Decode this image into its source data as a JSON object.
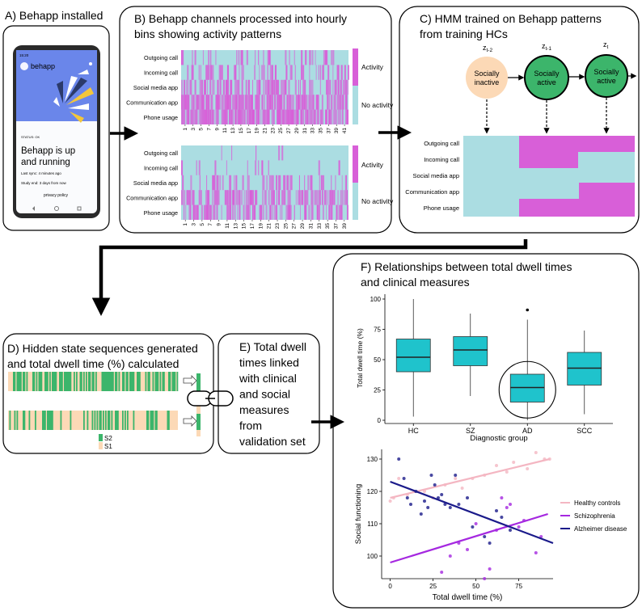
{
  "panelA": {
    "title": "A) Behapp installed",
    "phone": {
      "time": "15:20",
      "app_name": "behapp",
      "status_label": "STATUS: OK",
      "headline_1": "Behapp is up",
      "headline_2": "and running",
      "last_sync": "Last sync: 4 minutes ago",
      "study_end": "Study end: 3 days from now",
      "privacy": "privacy policy"
    }
  },
  "panelB": {
    "title_1": "B) Behapp channels processed into hourly",
    "title_2": "bins showing activity patterns",
    "channels": [
      "Outgoing call",
      "Incoming call",
      "Social media app",
      "Communication app",
      "Phone usage"
    ],
    "legend_activity": "Activity",
    "legend_no_activity": "No activity",
    "ticks_top": [
      "1",
      "3",
      "5",
      "7",
      "9",
      "11",
      "13",
      "15",
      "17",
      "19",
      "21",
      "23",
      "25",
      "27",
      "29",
      "31",
      "33",
      "35",
      "37",
      "39",
      "41"
    ],
    "ticks_bottom": [
      "1",
      "3",
      "5",
      "7",
      "9",
      "11",
      "13",
      "15",
      "17",
      "19",
      "21",
      "23",
      "25",
      "27",
      "29",
      "31",
      "33",
      "35",
      "37",
      "39"
    ]
  },
  "panelC": {
    "title_1": "C) HMM trained on Behapp patterns",
    "title_2": "from training HCs",
    "states": [
      {
        "z": "z",
        "sub": "t-2",
        "label_1": "Socially",
        "label_2": "inactive",
        "color": "#fcd9b6"
      },
      {
        "z": "z",
        "sub": "t-1",
        "label_1": "Socially",
        "label_2": "active",
        "color": "#3cb56b"
      },
      {
        "z": "z",
        "sub": "t",
        "label_1": "Socially",
        "label_2": "active",
        "color": "#3cb56b"
      }
    ],
    "channels": [
      "Outgoing call",
      "Incoming call",
      "Social media app",
      "Communication app",
      "Phone usage"
    ]
  },
  "panelD": {
    "title_1": "D) Hidden state sequences generated",
    "title_2": "and total dwell time (%) calculated",
    "legend_s2": "S2",
    "legend_s1": "S1"
  },
  "panelE": {
    "lines": [
      "E) Total dwell",
      "times linked",
      "with clinical",
      "and social",
      "measures",
      "from",
      "validation set"
    ]
  },
  "panelF": {
    "title_1": "F) Relationships between total dwell times",
    "title_2": "and clinical measures"
  },
  "colors": {
    "activity": "#d85fd8",
    "no_activity": "#abdde2",
    "box_fill": "#1fc3cc",
    "hc_line": "#f4b6c2",
    "sz_line": "#a528e0",
    "ad_line": "#1a1a8a",
    "state_green": "#3cb56b",
    "state_peach": "#fcd9b6",
    "seq_green": "#3cb56b",
    "seq_peach": "#fcd9b6"
  },
  "chart_data": [
    {
      "type": "box",
      "ylabel": "Total dwell time (%)",
      "xlabel": "Diagnostic group",
      "categories": [
        "HC",
        "SZ",
        "AD",
        "SCC"
      ],
      "yticks": [
        "0",
        "25",
        "50",
        "75",
        "100"
      ],
      "ylim": [
        0,
        100
      ],
      "boxes": [
        {
          "name": "HC",
          "min": 3,
          "q1": 40,
          "median": 52,
          "q3": 67,
          "max": 100
        },
        {
          "name": "SZ",
          "min": 20,
          "q1": 45,
          "median": 58,
          "q3": 69,
          "max": 88
        },
        {
          "name": "AD",
          "min": 0,
          "q1": 15,
          "median": 27,
          "q3": 38,
          "max": 83,
          "outliers": [
            91
          ]
        },
        {
          "name": "SCC",
          "min": 5,
          "q1": 29,
          "median": 43,
          "q3": 56,
          "max": 74
        }
      ]
    },
    {
      "type": "scatter",
      "xlabel": "Total dwell time (%)",
      "ylabel": "Social functioning",
      "xticks": [
        "0",
        "25",
        "50",
        "75"
      ],
      "yticks": [
        "100",
        "110",
        "120",
        "130"
      ],
      "xlim": [
        -5,
        95
      ],
      "ylim": [
        93,
        133
      ],
      "series": [
        {
          "name": "Healthy controls",
          "color": "#f4b6c2",
          "points": [
            [
              0,
              117
            ],
            [
              2,
              118
            ],
            [
              5,
              124
            ],
            [
              10,
              119
            ],
            [
              20,
              120
            ],
            [
              25,
              118
            ],
            [
              32,
              122
            ],
            [
              38,
              124
            ],
            [
              42,
              121
            ],
            [
              48,
              124
            ],
            [
              55,
              125
            ],
            [
              62,
              128
            ],
            [
              68,
              126
            ],
            [
              72,
              129
            ],
            [
              80,
              127
            ],
            [
              85,
              132
            ],
            [
              90,
              130
            ],
            [
              93,
              130
            ]
          ],
          "line": [
            [
              0,
              118
            ],
            [
              93,
              130
            ]
          ]
        },
        {
          "name": "Schizophrenia",
          "color": "#a528e0",
          "points": [
            [
              30,
              95
            ],
            [
              35,
              100
            ],
            [
              40,
              104
            ],
            [
              45,
              102
            ],
            [
              50,
              110
            ],
            [
              55,
              93
            ],
            [
              58,
              96
            ],
            [
              62,
              108
            ],
            [
              65,
              118
            ],
            [
              68,
              115
            ],
            [
              70,
              116
            ],
            [
              75,
              109
            ],
            [
              78,
              111
            ],
            [
              85,
              101
            ],
            [
              88,
              106
            ]
          ],
          "line": [
            [
              0,
              98
            ],
            [
              92,
              113
            ]
          ]
        },
        {
          "name": "Alzheimer disease",
          "color": "#1a1a8a",
          "points": [
            [
              5,
              130
            ],
            [
              8,
              124
            ],
            [
              10,
              118
            ],
            [
              12,
              116
            ],
            [
              15,
              120
            ],
            [
              18,
              113
            ],
            [
              20,
              117
            ],
            [
              22,
              115
            ],
            [
              24,
              125
            ],
            [
              26,
              122
            ],
            [
              28,
              118
            ],
            [
              30,
              119
            ],
            [
              32,
              116
            ],
            [
              35,
              115
            ],
            [
              38,
              125
            ],
            [
              40,
              116
            ],
            [
              45,
              118
            ],
            [
              48,
              109
            ],
            [
              55,
              106
            ],
            [
              58,
              104
            ],
            [
              62,
              114
            ],
            [
              65,
              112
            ],
            [
              70,
              108
            ]
          ],
          "line": [
            [
              0,
              123
            ],
            [
              95,
              104
            ]
          ]
        }
      ]
    }
  ]
}
